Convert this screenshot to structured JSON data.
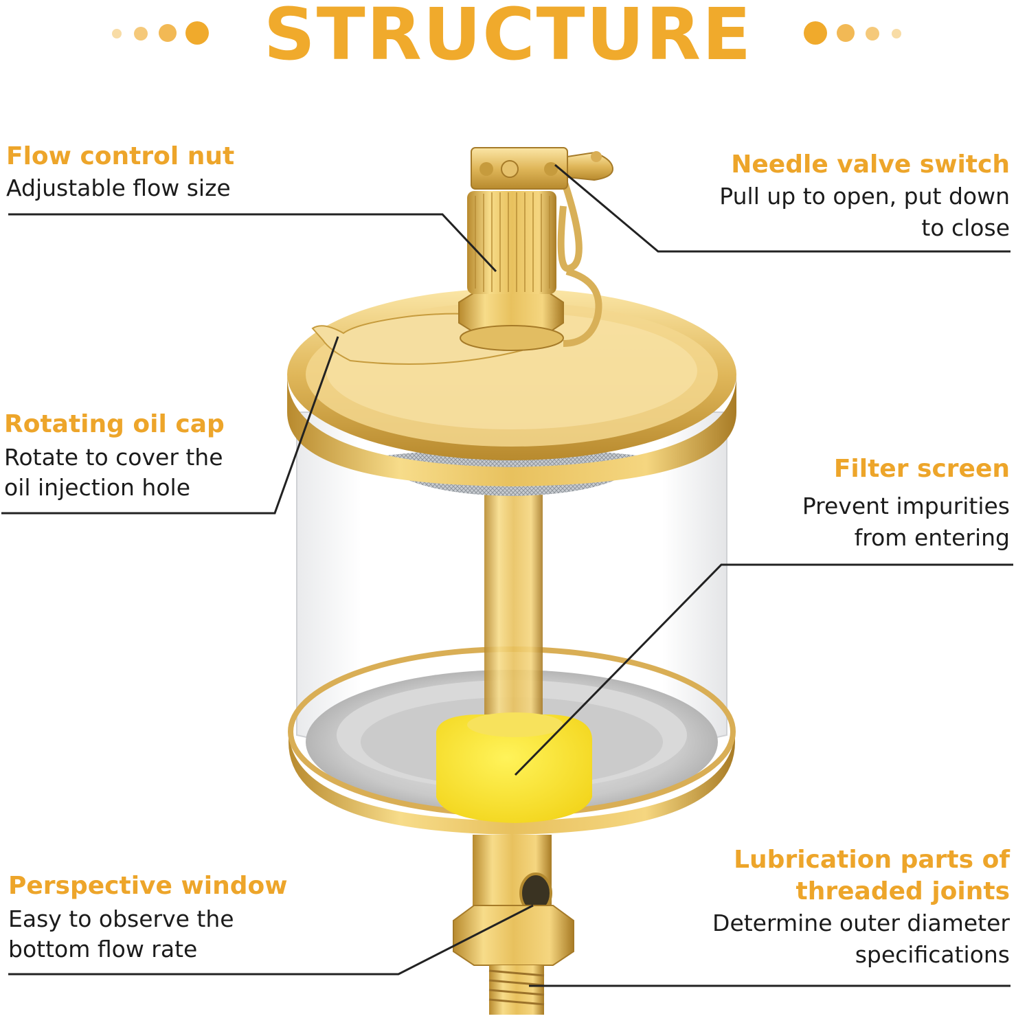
{
  "title": "STRUCTURE",
  "colors": {
    "accent": "#f0aa2c",
    "text": "#1b1b1b",
    "line": "#222222",
    "brass": "#e0bb5c"
  },
  "callouts": {
    "flow_nut": {
      "heading": "Flow control nut",
      "lines": [
        "Adjustable flow size"
      ]
    },
    "needle_valve": {
      "heading": "Needle valve switch",
      "lines": [
        "Pull up to open, put down",
        "to close"
      ]
    },
    "oil_cap": {
      "heading": "Rotating oil cap",
      "lines": [
        "Rotate to cover the",
        "oil injection hole"
      ]
    },
    "filter": {
      "heading": "Filter screen",
      "lines": [
        "Prevent impurities",
        "from entering"
      ]
    },
    "window": {
      "heading": "Perspective window",
      "lines": [
        "Easy to observe the",
        "bottom flow rate"
      ]
    },
    "threads": {
      "heading_lines": [
        "Lubrication parts of",
        "threaded joints"
      ],
      "lines": [
        "Determine outer diameter",
        "specifications"
      ]
    }
  }
}
